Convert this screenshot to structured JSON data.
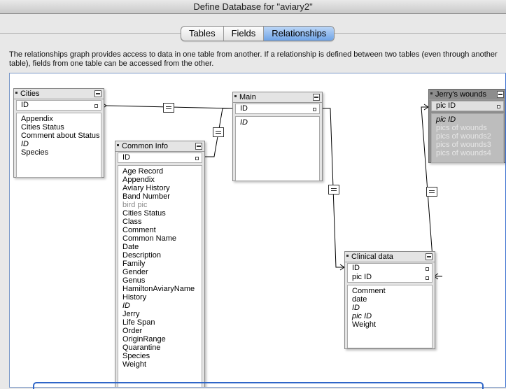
{
  "window": {
    "title": "Define Database for \"aviary2\""
  },
  "tabs": [
    {
      "label": "Tables"
    },
    {
      "label": "Fields"
    },
    {
      "label": "Relationships"
    }
  ],
  "description": "The relationships graph provides access to data in one table from another. If a relationship is defined between two tables (even through another table), fields from one table can be accessed from the other.",
  "tables": {
    "cities": {
      "name": "Cities",
      "keys": [
        "ID"
      ],
      "fields": [
        {
          "label": "Appendix",
          "style": "normal"
        },
        {
          "label": "Cities Status",
          "style": "normal"
        },
        {
          "label": "Comment about Status",
          "style": "normal"
        },
        {
          "label": "ID",
          "style": "italic"
        },
        {
          "label": "Species",
          "style": "normal"
        }
      ]
    },
    "common_info": {
      "name": "Common Info",
      "keys": [
        "ID"
      ],
      "fields": [
        {
          "label": "Age Record",
          "style": "normal"
        },
        {
          "label": "Appendix",
          "style": "normal"
        },
        {
          "label": "Aviary History",
          "style": "normal"
        },
        {
          "label": "Band Number",
          "style": "normal"
        },
        {
          "label": "bird pic",
          "style": "gray"
        },
        {
          "label": "Cities Status",
          "style": "normal"
        },
        {
          "label": "Class",
          "style": "normal"
        },
        {
          "label": "Comment",
          "style": "normal"
        },
        {
          "label": "Common Name",
          "style": "normal"
        },
        {
          "label": "Date",
          "style": "normal"
        },
        {
          "label": "Description",
          "style": "normal"
        },
        {
          "label": "Family",
          "style": "normal"
        },
        {
          "label": "Gender",
          "style": "normal"
        },
        {
          "label": "Genus",
          "style": "normal"
        },
        {
          "label": "HamiltonAviaryName",
          "style": "normal"
        },
        {
          "label": "History",
          "style": "normal"
        },
        {
          "label": "ID",
          "style": "italic"
        },
        {
          "label": "Jerry",
          "style": "normal"
        },
        {
          "label": "Life Span",
          "style": "normal"
        },
        {
          "label": "Order",
          "style": "normal"
        },
        {
          "label": "OriginRange",
          "style": "normal"
        },
        {
          "label": "Quarantine",
          "style": "normal"
        },
        {
          "label": "Species",
          "style": "normal"
        },
        {
          "label": "Weight",
          "style": "normal"
        }
      ]
    },
    "main": {
      "name": "Main",
      "keys": [
        "ID"
      ],
      "fields": [
        {
          "label": "ID",
          "style": "italic"
        }
      ]
    },
    "jerrys_wounds": {
      "name": "Jerry's wounds",
      "keys": [
        "pic ID"
      ],
      "fields": [
        {
          "label": "pic ID",
          "style": "italic"
        },
        {
          "label": "pics of wounds",
          "style": "gray"
        },
        {
          "label": "pics of wounds2",
          "style": "gray"
        },
        {
          "label": "pics of wounds3",
          "style": "gray"
        },
        {
          "label": "pics of wounds4",
          "style": "gray"
        }
      ]
    },
    "clinical_data": {
      "name": "Clinical data",
      "keys": [
        "ID",
        "pic ID"
      ],
      "fields": [
        {
          "label": "Comment",
          "style": "normal"
        },
        {
          "label": "date",
          "style": "normal"
        },
        {
          "label": "ID",
          "style": "italic"
        },
        {
          "label": "pic ID",
          "style": "italic"
        },
        {
          "label": "Weight",
          "style": "normal"
        }
      ]
    }
  },
  "colors": {
    "tab_active": "#6fa3e6",
    "canvas_border": "#3a6fd0",
    "line": "#000000"
  }
}
